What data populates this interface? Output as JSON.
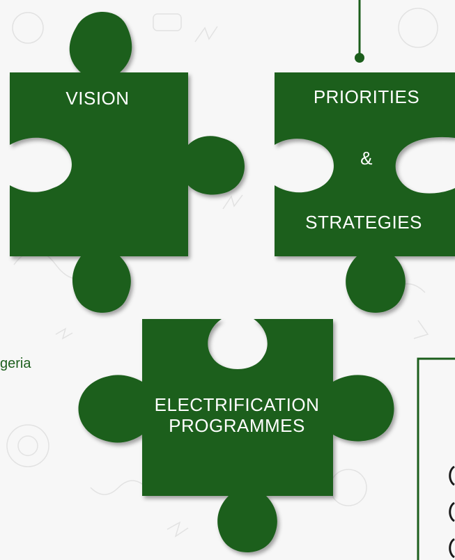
{
  "colors": {
    "piece_green": "#1c5e1c",
    "background": "#f7f7f7",
    "doodle": "#e2e2e2"
  },
  "puzzle_pieces": {
    "vision": {
      "label": "VISION"
    },
    "priorities": {
      "line1": "PRIORITIES",
      "line2": "&",
      "line3": "STRATEGIES"
    },
    "programmes": {
      "line1": "ELECTRIFICATION",
      "line2": "PROGRAMMES"
    }
  },
  "side_text": {
    "partial_label": "geria"
  }
}
